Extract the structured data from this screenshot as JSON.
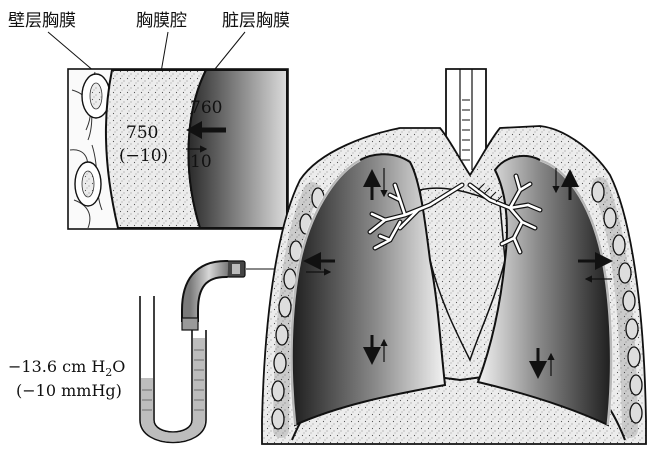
{
  "labels": {
    "parietal_pleura": "壁层胸膜",
    "pleural_cavity": "胸膜腔",
    "visceral_pleura": "脏层胸膜"
  },
  "inset": {
    "pressure_inside": "750",
    "pressure_inside_relative": "(−10)",
    "pressure_atmospheric": "760",
    "pressure_difference": "10"
  },
  "manometer": {
    "reading_water": "−13.6 cm H",
    "reading_water_subscript": "2",
    "reading_water_suffix": "O",
    "reading_mercury": "(−10 mmHg)"
  },
  "colors": {
    "lung_dark": "#2b2b2b",
    "lung_light": "#f4f4f4",
    "stipple_bg": "#e9e9e9",
    "line": "#111111"
  }
}
